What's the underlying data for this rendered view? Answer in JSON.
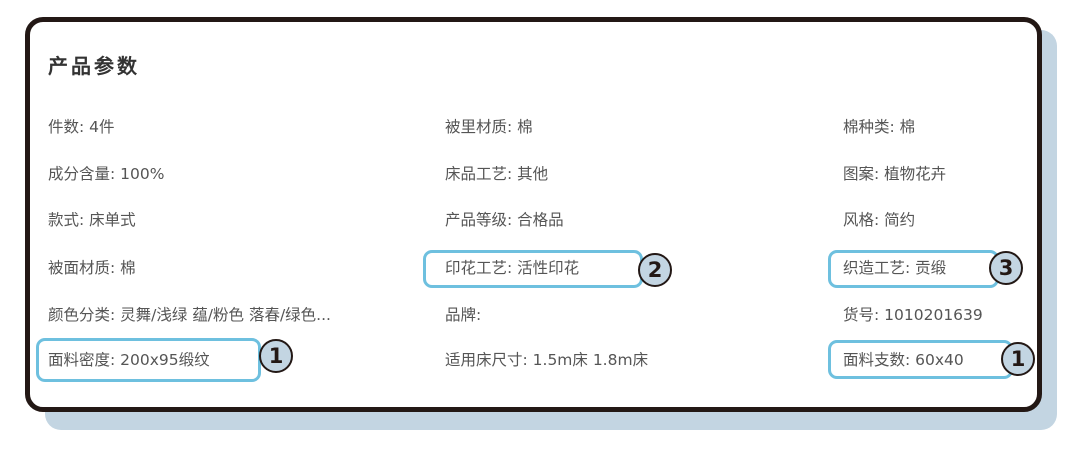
{
  "panel": {
    "title": "产品参数",
    "colors": {
      "card_border": "#231815",
      "card_shadow": "#c3d5e2",
      "highlight_border": "#6ec0df",
      "badge_fill": "#c3d5e2",
      "text": "#555555"
    },
    "columns": [
      {
        "items": [
          {
            "label": "件数",
            "value": "4件",
            "text": "件数: 4件"
          },
          {
            "label": "成分含量",
            "value": "100%",
            "text": "成分含量: 100%"
          },
          {
            "label": "款式",
            "value": "床单式",
            "text": "款式: 床单式"
          },
          {
            "label": "被面材质",
            "value": "棉",
            "text": "被面材质: 棉"
          },
          {
            "label": "颜色分类",
            "value": "灵舞/浅绿 蕴/粉色 落春/绿色...",
            "text": "颜色分类: 灵舞/浅绿 蕴/粉色 落春/绿色..."
          },
          {
            "label": "面料密度",
            "value": "200x95缎纹",
            "text": "面料密度: 200x95缎纹"
          }
        ]
      },
      {
        "items": [
          {
            "label": "被里材质",
            "value": "棉",
            "text": "被里材质: 棉"
          },
          {
            "label": "床品工艺",
            "value": "其他",
            "text": "床品工艺: 其他"
          },
          {
            "label": "产品等级",
            "value": "合格品",
            "text": "产品等级: 合格品"
          },
          {
            "label": "印花工艺",
            "value": "活性印花",
            "text": "印花工艺: 活性印花"
          },
          {
            "label": "品牌",
            "value": "",
            "text": "品牌:"
          },
          {
            "label": "适用床尺寸",
            "value": "1.5m床 1.8m床",
            "text": "适用床尺寸: 1.5m床 1.8m床"
          }
        ]
      },
      {
        "items": [
          {
            "label": "棉种类",
            "value": "棉",
            "text": "棉种类: 棉"
          },
          {
            "label": "图案",
            "value": "植物花卉",
            "text": "图案: 植物花卉"
          },
          {
            "label": "风格",
            "value": "简约",
            "text": "风格: 简约"
          },
          {
            "label": "织造工艺",
            "value": "贡缎",
            "text": "织造工艺: 贡缎"
          },
          {
            "label": "货号",
            "value": "1010201639",
            "text": "货号: 1010201639"
          },
          {
            "label": "面料支数",
            "value": "60x40",
            "text": "面料支数: 60x40"
          }
        ]
      }
    ],
    "annotations": [
      {
        "target": "面料密度",
        "number": "1"
      },
      {
        "target": "印花工艺",
        "number": "2"
      },
      {
        "target": "织造工艺",
        "number": "3"
      },
      {
        "target": "面料支数",
        "number": "1"
      }
    ]
  }
}
